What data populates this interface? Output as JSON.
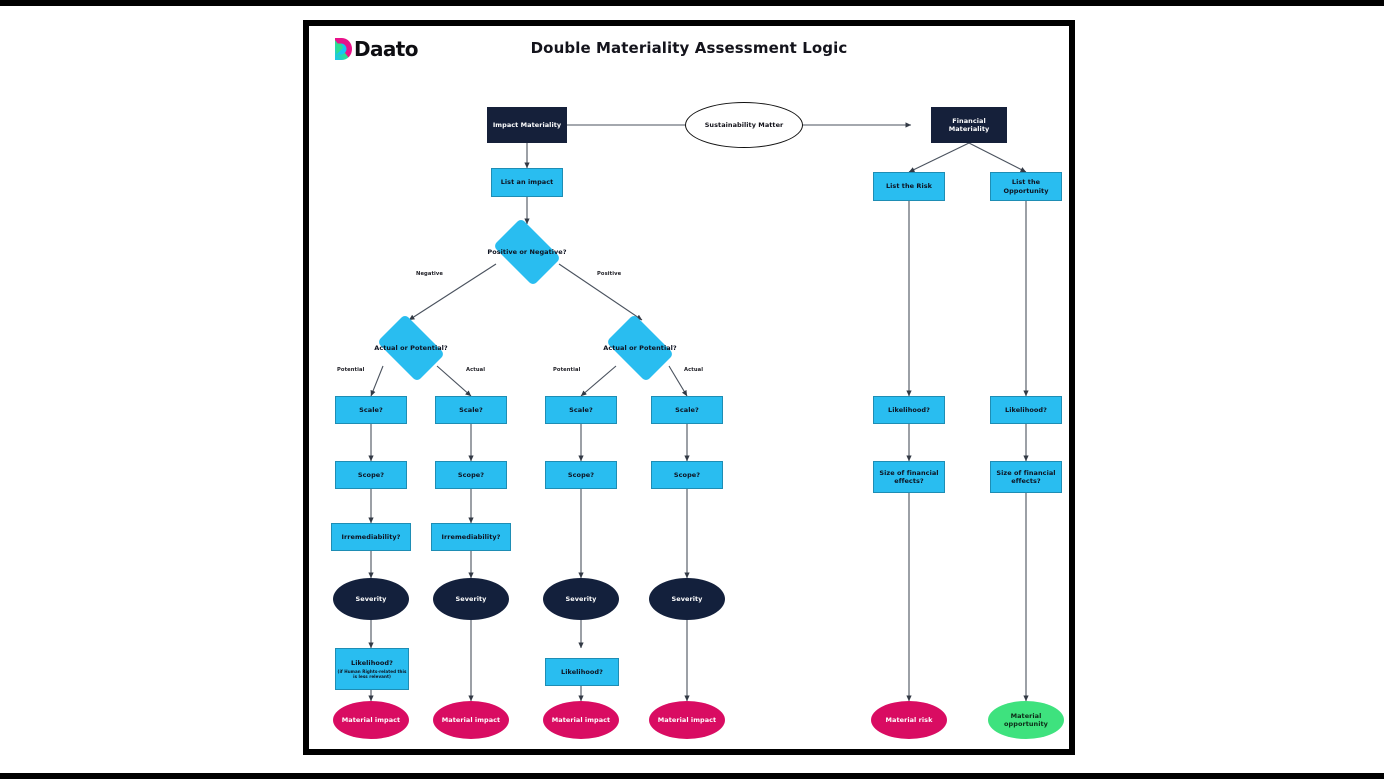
{
  "header": {
    "brand": "Daato",
    "title": "Double Materiality Assessment Logic",
    "logo_icon": "daato-d-mark-icon"
  },
  "colors": {
    "process_blue": "#29BDF0",
    "terminator_navy": "#15203a",
    "material_pink": "#D90C62",
    "material_green": "#3EE27E",
    "canvas": "#ffffff",
    "frame": "#000000"
  },
  "diagram": {
    "type": "flowchart",
    "root": "Sustainability Matter",
    "nodes": [
      {
        "id": "sustainability-matter",
        "label": "Sustainability Matter",
        "shape": "ellipse",
        "style": "white"
      },
      {
        "id": "impact-materiality",
        "label": "Impact Materiality",
        "shape": "rect",
        "style": "navy"
      },
      {
        "id": "financial-materiality",
        "label": "Financial Materiality",
        "shape": "rect",
        "style": "navy"
      },
      {
        "id": "list-an-impact",
        "label": "List an impact",
        "shape": "rect",
        "style": "blue"
      },
      {
        "id": "list-the-risk",
        "label": "List the Risk",
        "shape": "rect",
        "style": "blue"
      },
      {
        "id": "list-the-opportunity",
        "label": "List the Opportunity",
        "shape": "rect",
        "style": "blue"
      },
      {
        "id": "positive-or-negative",
        "label": "Positive or Negative?",
        "shape": "diamond",
        "style": "blue"
      },
      {
        "id": "actual-or-potential-neg",
        "label": "Actual or Potential?",
        "shape": "diamond",
        "style": "blue"
      },
      {
        "id": "actual-or-potential-pos",
        "label": "Actual or Potential?",
        "shape": "diamond",
        "style": "blue"
      },
      {
        "id": "scale-1",
        "label": "Scale?",
        "shape": "rect",
        "style": "blue"
      },
      {
        "id": "scale-2",
        "label": "Scale?",
        "shape": "rect",
        "style": "blue"
      },
      {
        "id": "scale-3",
        "label": "Scale?",
        "shape": "rect",
        "style": "blue"
      },
      {
        "id": "scale-4",
        "label": "Scale?",
        "shape": "rect",
        "style": "blue"
      },
      {
        "id": "scope-1",
        "label": "Scope?",
        "shape": "rect",
        "style": "blue"
      },
      {
        "id": "scope-2",
        "label": "Scope?",
        "shape": "rect",
        "style": "blue"
      },
      {
        "id": "scope-3",
        "label": "Scope?",
        "shape": "rect",
        "style": "blue"
      },
      {
        "id": "scope-4",
        "label": "Scope?",
        "shape": "rect",
        "style": "blue"
      },
      {
        "id": "irremediability-1",
        "label": "Irremediability?",
        "shape": "rect",
        "style": "blue"
      },
      {
        "id": "irremediability-2",
        "label": "Irremediability?",
        "shape": "rect",
        "style": "blue"
      },
      {
        "id": "severity-1",
        "label": "Severity",
        "shape": "ellipse",
        "style": "navy"
      },
      {
        "id": "severity-2",
        "label": "Severity",
        "shape": "ellipse",
        "style": "navy"
      },
      {
        "id": "severity-3",
        "label": "Severity",
        "shape": "ellipse",
        "style": "navy"
      },
      {
        "id": "severity-4",
        "label": "Severity",
        "shape": "ellipse",
        "style": "navy"
      },
      {
        "id": "likelihood-impact-1",
        "label": "Likelihood?",
        "sublabel": "(if Human Rights-related this is less relevant)",
        "shape": "rect",
        "style": "blue"
      },
      {
        "id": "likelihood-impact-3",
        "label": "Likelihood?",
        "shape": "rect",
        "style": "blue"
      },
      {
        "id": "likelihood-risk",
        "label": "Likelihood?",
        "shape": "rect",
        "style": "blue"
      },
      {
        "id": "likelihood-opportunity",
        "label": "Likelihood?",
        "shape": "rect",
        "style": "blue"
      },
      {
        "id": "size-financial-risk",
        "label": "Size of financial effects?",
        "shape": "rect",
        "style": "blue"
      },
      {
        "id": "size-financial-opportunity",
        "label": "Size of financial effects?",
        "shape": "rect",
        "style": "blue"
      },
      {
        "id": "material-impact-1",
        "label": "Material impact",
        "shape": "ellipse",
        "style": "pink"
      },
      {
        "id": "material-impact-2",
        "label": "Material impact",
        "shape": "ellipse",
        "style": "pink"
      },
      {
        "id": "material-impact-3",
        "label": "Material impact",
        "shape": "ellipse",
        "style": "pink"
      },
      {
        "id": "material-impact-4",
        "label": "Material impact",
        "shape": "ellipse",
        "style": "pink"
      },
      {
        "id": "material-risk",
        "label": "Material risk",
        "shape": "ellipse",
        "style": "pink"
      },
      {
        "id": "material-opportunity",
        "label": "Material opportunity",
        "shape": "ellipse",
        "style": "green"
      }
    ],
    "edge_labels": [
      {
        "id": "edge-negative",
        "label": "Negative"
      },
      {
        "id": "edge-positive",
        "label": "Positive"
      },
      {
        "id": "edge-potential-neg",
        "label": "Potential"
      },
      {
        "id": "edge-actual-neg",
        "label": "Actual"
      },
      {
        "id": "edge-potential-pos",
        "label": "Potential"
      },
      {
        "id": "edge-actual-pos",
        "label": "Actual"
      }
    ]
  }
}
